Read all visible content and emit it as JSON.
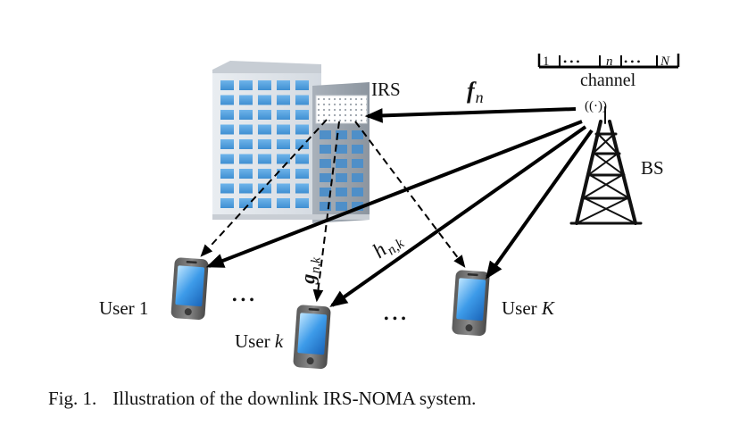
{
  "diagram": {
    "irs_label": "IRS",
    "channel_label": "channel",
    "channel_slots": {
      "first": "1",
      "dots1": "• • •",
      "mid": "n",
      "dots2": "• • •",
      "last": "N"
    },
    "bs_label": "BS",
    "f_label": {
      "base": "f",
      "sub": "n"
    },
    "g_label": {
      "base": "g",
      "sub": "n,k"
    },
    "h_label": {
      "base": "h",
      "sub": "n,k"
    },
    "user1_label": "User 1",
    "userk_label": {
      "prefix": "User ",
      "var": "k"
    },
    "userK_label": {
      "prefix": "User ",
      "var": "K"
    },
    "ellipsis": "• • •",
    "signal_icon_text": "((·))"
  },
  "caption": {
    "number": "Fig. 1.",
    "text": "Illustration of the downlink IRS-NOMA system."
  }
}
